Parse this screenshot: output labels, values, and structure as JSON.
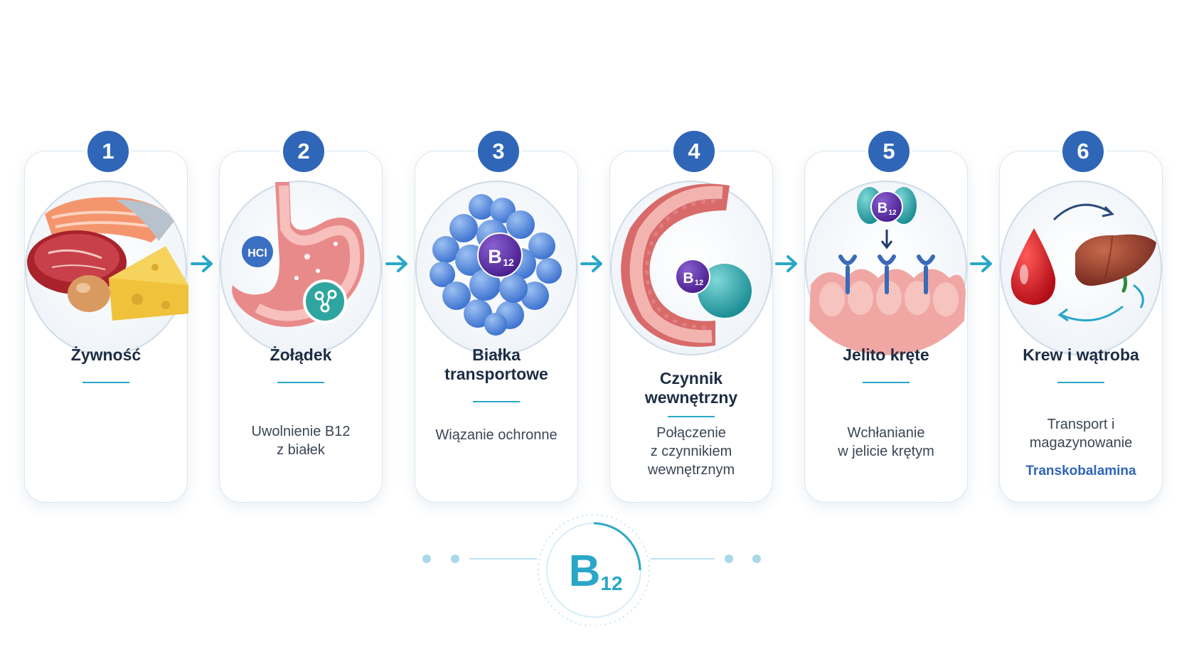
{
  "steps": [
    {
      "num": "1",
      "title": "Żywność",
      "desc": [],
      "extra": ""
    },
    {
      "num": "2",
      "title": "Żołądek",
      "desc": [
        "Uwolnienie B12",
        "z białek"
      ],
      "extra": "",
      "hcl": "HCl"
    },
    {
      "num": "3",
      "title_lines": [
        "Białka",
        "transportowe"
      ],
      "desc": [
        "Wiązanie ochronne"
      ],
      "extra": ""
    },
    {
      "num": "4",
      "title_lines": [
        "Czynnik",
        "wewnętrzny"
      ],
      "desc": [
        "Połączenie",
        "z czynnikiem",
        "wewnętrznym"
      ],
      "extra": ""
    },
    {
      "num": "5",
      "title": "Jelito kręte",
      "desc": [
        "Wchłanianie",
        "w jelicie krętym"
      ],
      "extra": ""
    },
    {
      "num": "6",
      "title": "Krew i wątroba",
      "desc": [
        "Transport i",
        "magazynowanie"
      ],
      "extra": "Transkobalamina"
    }
  ],
  "molecule": {
    "letter": "B",
    "sub": "12"
  },
  "colors": {
    "accent": "#2f66b8",
    "teal": "#2aa7c8",
    "purple": "#5a2d9e"
  }
}
